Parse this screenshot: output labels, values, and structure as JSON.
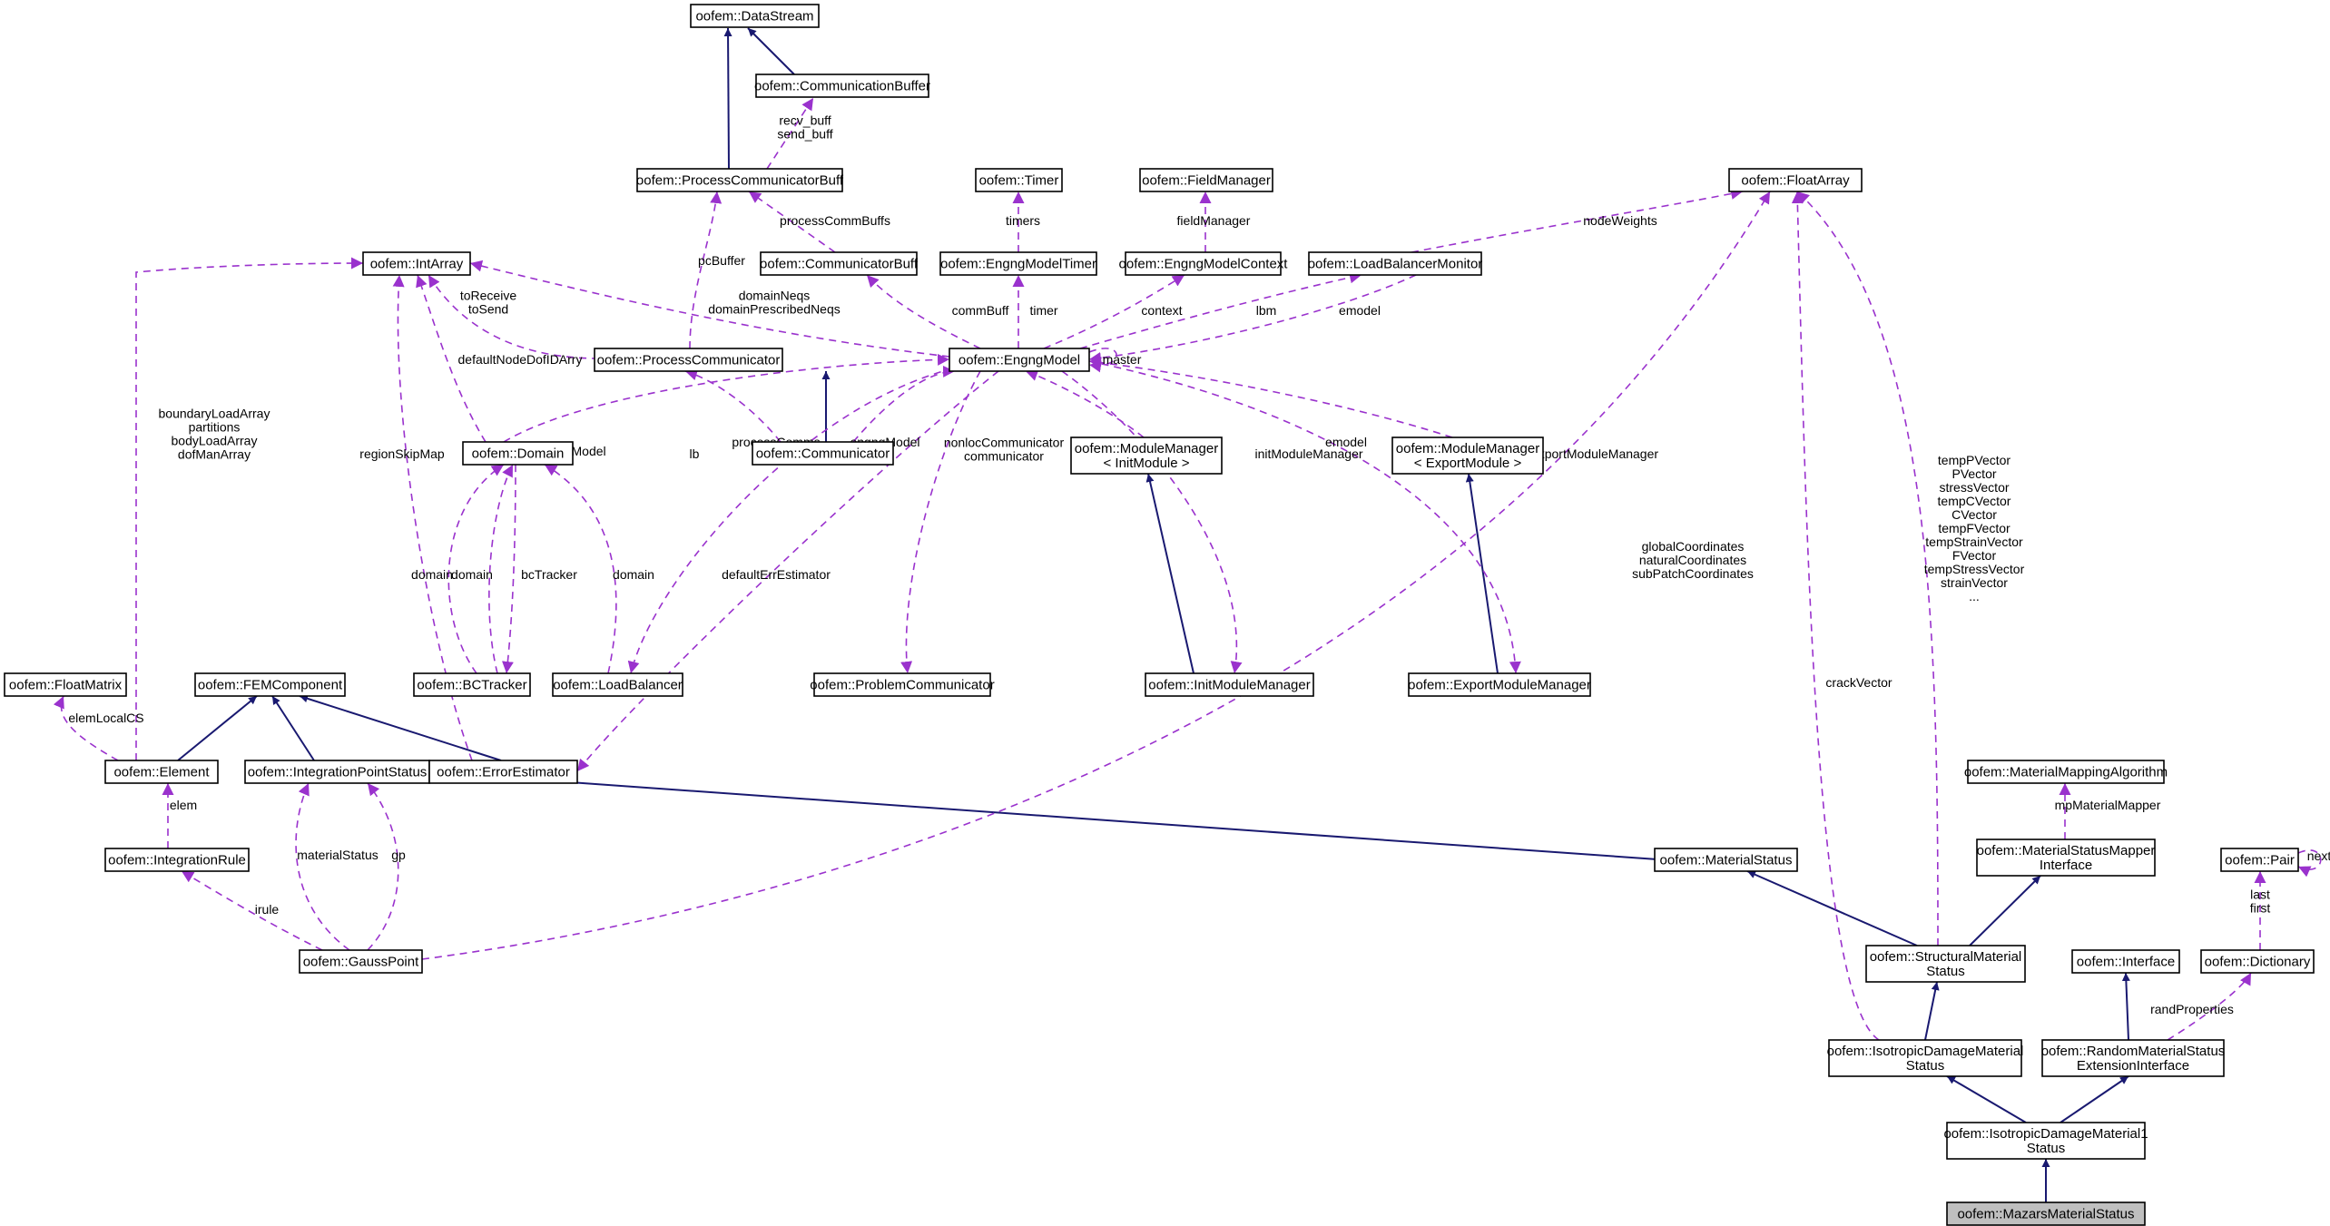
{
  "colors": {
    "inheritance": "#191970",
    "usage": "#9a32cd",
    "focus_fill": "#bfbfbf"
  },
  "nodes": [
    {
      "id": "DataStream",
      "lines": [
        "oofem::DataStream"
      ]
    },
    {
      "id": "CommunicationBuffer",
      "lines": [
        "oofem::CommunicationBuffer"
      ]
    },
    {
      "id": "ProcessCommunicatorBuff",
      "lines": [
        "oofem::ProcessCommunicatorBuff"
      ]
    },
    {
      "id": "Timer",
      "lines": [
        "oofem::Timer"
      ]
    },
    {
      "id": "FieldManager",
      "lines": [
        "oofem::FieldManager"
      ]
    },
    {
      "id": "FloatArray",
      "lines": [
        "oofem::FloatArray"
      ]
    },
    {
      "id": "IntArray",
      "lines": [
        "oofem::IntArray"
      ]
    },
    {
      "id": "CommunicatorBuff",
      "lines": [
        "oofem::CommunicatorBuff"
      ]
    },
    {
      "id": "EngngModelTimer",
      "lines": [
        "oofem::EngngModelTimer"
      ]
    },
    {
      "id": "EngngModelContext",
      "lines": [
        "oofem::EngngModelContext"
      ]
    },
    {
      "id": "LoadBalancerMonitor",
      "lines": [
        "oofem::LoadBalancerMonitor"
      ]
    },
    {
      "id": "ProcessCommunicator",
      "lines": [
        "oofem::ProcessCommunicator"
      ]
    },
    {
      "id": "EngngModel",
      "lines": [
        "oofem::EngngModel"
      ]
    },
    {
      "id": "Domain",
      "lines": [
        "oofem::Domain"
      ]
    },
    {
      "id": "Communicator",
      "lines": [
        "oofem::Communicator"
      ]
    },
    {
      "id": "ModuleManagerInit",
      "lines": [
        "oofem::ModuleManager",
        "< InitModule >"
      ]
    },
    {
      "id": "ModuleManagerExport",
      "lines": [
        "oofem::ModuleManager",
        "< ExportModule >"
      ]
    },
    {
      "id": "FloatMatrix",
      "lines": [
        "oofem::FloatMatrix"
      ]
    },
    {
      "id": "FEMComponent",
      "lines": [
        "oofem::FEMComponent"
      ]
    },
    {
      "id": "BCTracker",
      "lines": [
        "oofem::BCTracker"
      ]
    },
    {
      "id": "LoadBalancer",
      "lines": [
        "oofem::LoadBalancer"
      ]
    },
    {
      "id": "ProblemCommunicator",
      "lines": [
        "oofem::ProblemCommunicator"
      ]
    },
    {
      "id": "InitModuleManager",
      "lines": [
        "oofem::InitModuleManager"
      ]
    },
    {
      "id": "ExportModuleManager",
      "lines": [
        "oofem::ExportModuleManager"
      ]
    },
    {
      "id": "Element",
      "lines": [
        "oofem::Element"
      ]
    },
    {
      "id": "IntegrationPointStatus",
      "lines": [
        "oofem::IntegrationPointStatus"
      ]
    },
    {
      "id": "ErrorEstimator",
      "lines": [
        "oofem::ErrorEstimator"
      ]
    },
    {
      "id": "MaterialMappingAlgorithm",
      "lines": [
        "oofem::MaterialMappingAlgorithm"
      ]
    },
    {
      "id": "IntegrationRule",
      "lines": [
        "oofem::IntegrationRule"
      ]
    },
    {
      "id": "MaterialStatus",
      "lines": [
        "oofem::MaterialStatus"
      ]
    },
    {
      "id": "MaterialStatusMapperInterface",
      "lines": [
        "oofem::MaterialStatusMapper",
        "Interface"
      ]
    },
    {
      "id": "Pair",
      "lines": [
        "oofem::Pair"
      ]
    },
    {
      "id": "GaussPoint",
      "lines": [
        "oofem::GaussPoint"
      ]
    },
    {
      "id": "StructuralMaterialStatus",
      "lines": [
        "oofem::StructuralMaterial",
        "Status"
      ]
    },
    {
      "id": "Interface",
      "lines": [
        "oofem::Interface"
      ]
    },
    {
      "id": "Dictionary",
      "lines": [
        "oofem::Dictionary"
      ]
    },
    {
      "id": "IsotropicDamageMaterialStatus",
      "lines": [
        "oofem::IsotropicDamageMaterial",
        "Status"
      ]
    },
    {
      "id": "RandomMaterialStatusExtensionInterface",
      "lines": [
        "oofem::RandomMaterialStatus",
        "ExtensionInterface"
      ]
    },
    {
      "id": "IsotropicDamageMaterial1Status",
      "lines": [
        "oofem::IsotropicDamageMaterial1",
        "Status"
      ]
    },
    {
      "id": "MazarsMaterialStatus",
      "lines": [
        "oofem::MazarsMaterialStatus"
      ]
    }
  ],
  "edge_labels": [
    {
      "id": "recv_send_buff",
      "lines": [
        "recv_buff",
        "send_buff"
      ]
    },
    {
      "id": "processCommBuffs",
      "lines": [
        "processCommBuffs"
      ]
    },
    {
      "id": "pcBuffer",
      "lines": [
        "pcBuffer"
      ]
    },
    {
      "id": "timers",
      "lines": [
        "timers"
      ]
    },
    {
      "id": "fieldManager",
      "lines": [
        "fieldManager"
      ]
    },
    {
      "id": "nodeWeights",
      "lines": [
        "nodeWeights"
      ]
    },
    {
      "id": "toReceive_toSend",
      "lines": [
        "toReceive",
        "toSend"
      ]
    },
    {
      "id": "domainNeqs",
      "lines": [
        "domainNeqs",
        "domainPrescribedNeqs"
      ]
    },
    {
      "id": "commBuff",
      "lines": [
        "commBuff"
      ]
    },
    {
      "id": "timer",
      "lines": [
        "timer"
      ]
    },
    {
      "id": "context",
      "lines": [
        "context"
      ]
    },
    {
      "id": "lbm",
      "lines": [
        "lbm"
      ]
    },
    {
      "id": "emodel_lbm",
      "lines": [
        "emodel"
      ]
    },
    {
      "id": "master",
      "lines": [
        "master"
      ]
    },
    {
      "id": "defaultNodeDofIDArry",
      "lines": [
        "defaultNodeDofIDArry"
      ]
    },
    {
      "id": "engineeringModel",
      "lines": [
        "engineeringModel"
      ]
    },
    {
      "id": "processComms",
      "lines": [
        "processComms"
      ]
    },
    {
      "id": "engngModel",
      "lines": [
        "engngModel"
      ]
    },
    {
      "id": "emodel_init",
      "lines": [
        "emodel"
      ]
    },
    {
      "id": "emodel_export",
      "lines": [
        "emodel"
      ]
    },
    {
      "id": "boundaryLoadArray",
      "lines": [
        "boundaryLoadArray",
        "partitions",
        "bodyLoadArray",
        "dofManArray"
      ]
    },
    {
      "id": "regionSkipMap",
      "lines": [
        "regionSkipMap"
      ]
    },
    {
      "id": "lb",
      "lines": [
        "lb"
      ]
    },
    {
      "id": "nonlocCommunicator",
      "lines": [
        "nonlocCommunicator",
        "communicator"
      ]
    },
    {
      "id": "initModuleManager",
      "lines": [
        "initModuleManager"
      ]
    },
    {
      "id": "exportModuleManager",
      "lines": [
        "exportModuleManager"
      ]
    },
    {
      "id": "tempPVector",
      "lines": [
        "tempPVector",
        "PVector",
        "stressVector",
        "tempCVector",
        "CVector",
        "tempFVector",
        "tempStrainVector",
        "FVector",
        "tempStressVector",
        "strainVector",
        "..."
      ]
    },
    {
      "id": "globalCoordinates",
      "lines": [
        "globalCoordinates",
        "naturalCoordinates",
        "subPatchCoordinates"
      ]
    },
    {
      "id": "domain1",
      "lines": [
        "domain"
      ]
    },
    {
      "id": "domain2",
      "lines": [
        "domain"
      ]
    },
    {
      "id": "bcTracker",
      "lines": [
        "bcTracker"
      ]
    },
    {
      "id": "domain3",
      "lines": [
        "domain"
      ]
    },
    {
      "id": "defaultErrEstimator",
      "lines": [
        "defaultErrEstimator"
      ]
    },
    {
      "id": "crackVector",
      "lines": [
        "crackVector"
      ]
    },
    {
      "id": "elemLocalCS",
      "lines": [
        "elemLocalCS"
      ]
    },
    {
      "id": "elem",
      "lines": [
        "elem"
      ]
    },
    {
      "id": "mpMaterialMapper",
      "lines": [
        "mpMaterialMapper"
      ]
    },
    {
      "id": "materialStatus",
      "lines": [
        "materialStatus"
      ]
    },
    {
      "id": "gp",
      "lines": [
        "gp"
      ]
    },
    {
      "id": "irule",
      "lines": [
        "irule"
      ]
    },
    {
      "id": "next",
      "lines": [
        "next"
      ]
    },
    {
      "id": "last_first",
      "lines": [
        "last",
        "first"
      ]
    },
    {
      "id": "randProperties",
      "lines": [
        "randProperties"
      ]
    }
  ]
}
